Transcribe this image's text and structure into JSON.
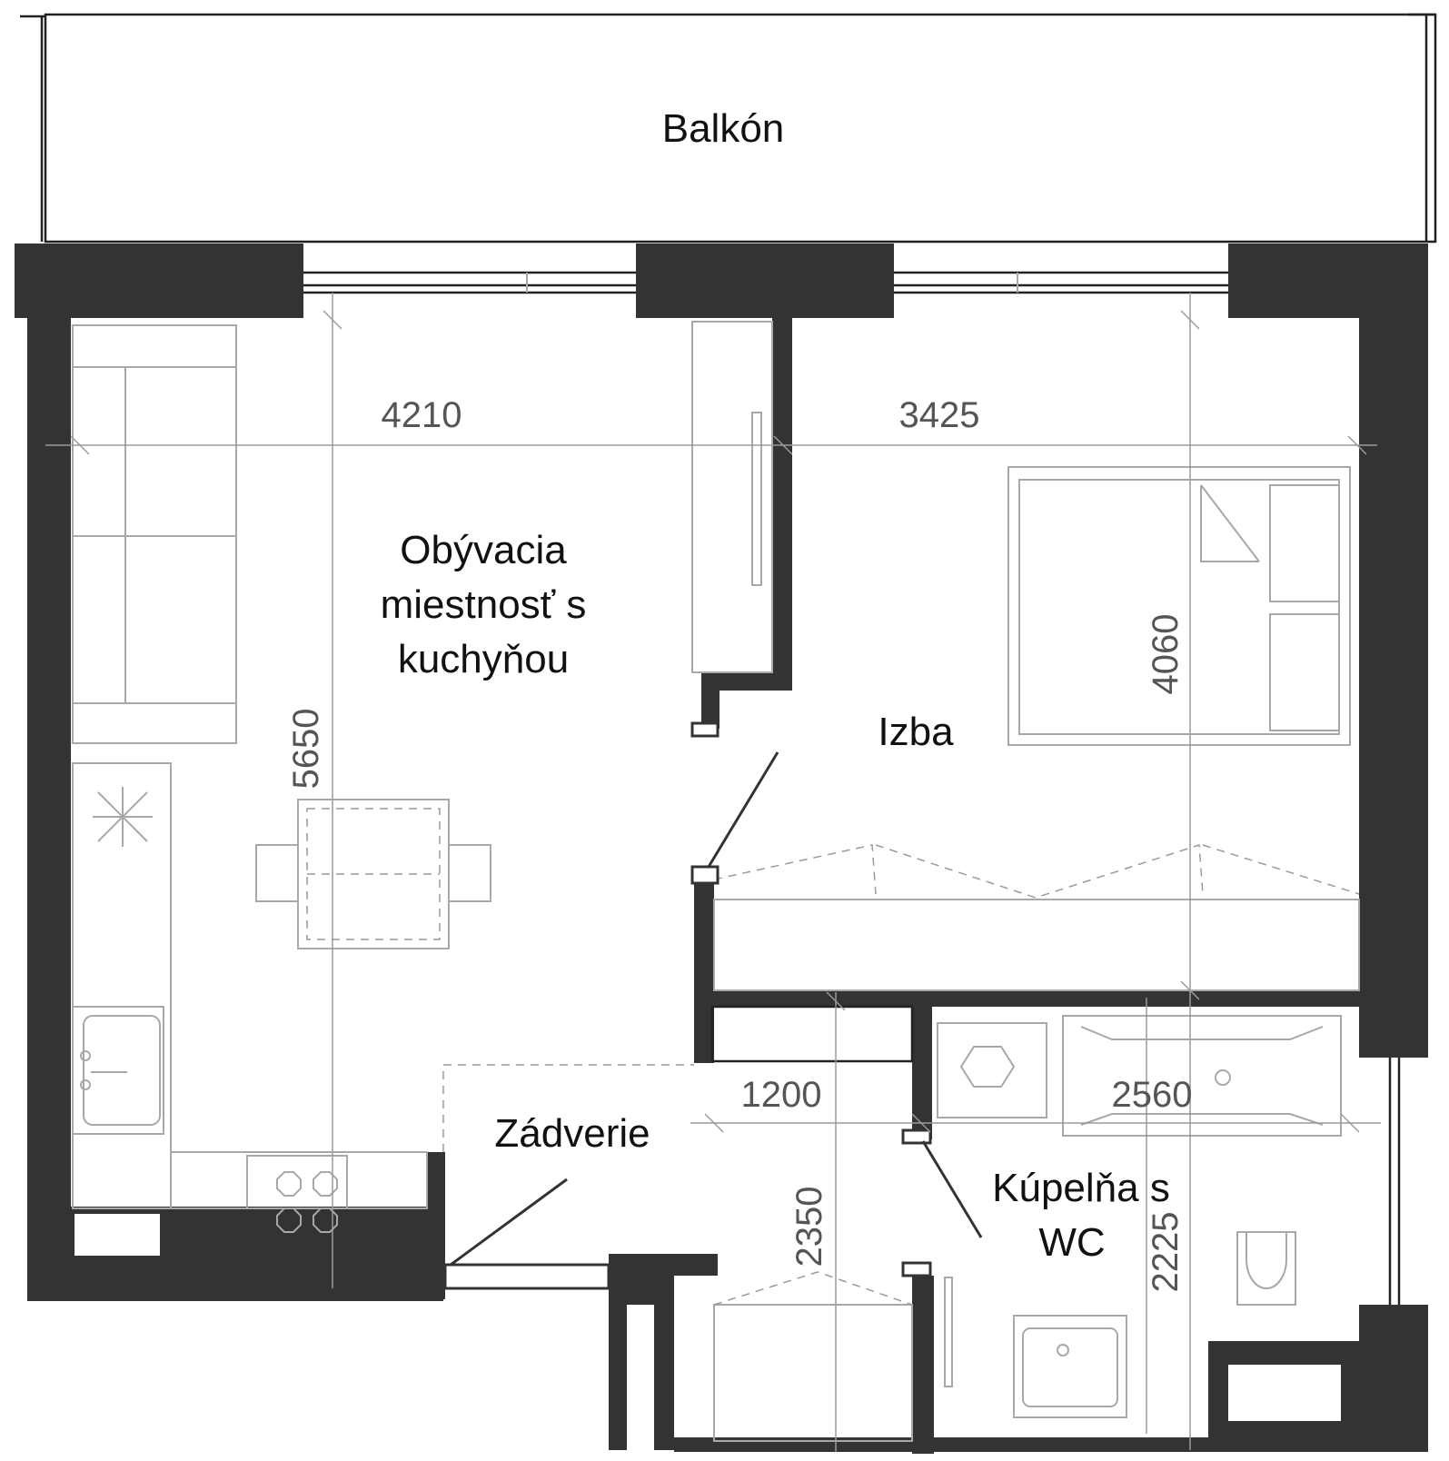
{
  "rooms": {
    "balcony": "Balkón",
    "living_line1": "Obývacia",
    "living_line2": "miestnosť s",
    "living_line3": "kuchyňou",
    "bedroom": "Izba",
    "hall": "Zádverie",
    "bath_line1": "Kúpelňa s",
    "bath_line2": "WC"
  },
  "dimensions": {
    "living_width": "4210",
    "bedroom_width": "3425",
    "living_depth": "5650",
    "bedroom_depth": "4060",
    "hall_width": "1200",
    "bath_width": "2560",
    "hall_depth": "2350",
    "bath_depth": "2225"
  },
  "colors": {
    "wall": "#333333",
    "furniture": "#a8a8a8",
    "text": "#111111"
  }
}
